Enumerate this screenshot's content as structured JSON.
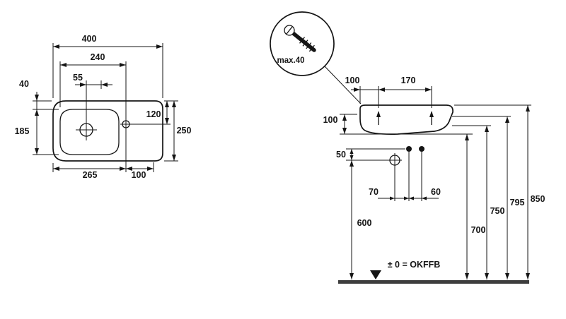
{
  "colors": {
    "ink": "#151515",
    "floor": "#3d3d3d"
  },
  "plan": {
    "d400": "400",
    "d240": "240",
    "d55": "55",
    "d40": "40",
    "d185": "185",
    "d120": "120",
    "d250": "250",
    "d265": "265",
    "d100": "100"
  },
  "detail": {
    "max40": "max.40"
  },
  "elevation": {
    "d100_top": "100",
    "d170": "170",
    "d100_left": "100",
    "d50": "50",
    "d70": "70",
    "d60": "60",
    "d600": "600",
    "d700": "700",
    "d750": "750",
    "d795": "795",
    "d850": "850",
    "floor_label": "± 0 = OKFFB"
  }
}
